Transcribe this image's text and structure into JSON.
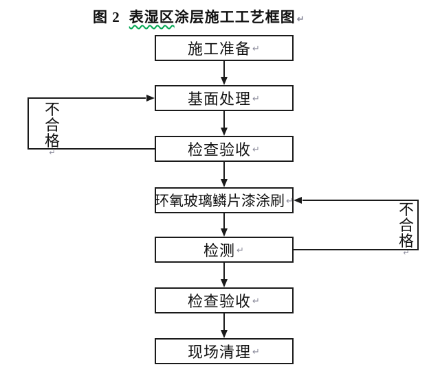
{
  "title": {
    "prefix": "图 2",
    "highlighted": "表湿区",
    "rest": "涂层施工工艺框图",
    "squiggle_color": "#00a650"
  },
  "marks": {
    "return_mark": "↵"
  },
  "flowchart": {
    "nodes": [
      {
        "label": "施工准备"
      },
      {
        "label": "基面处理"
      },
      {
        "label": "检查验收"
      },
      {
        "label": "环氧玻璃鳞片漆涂刷"
      },
      {
        "label": "检测"
      },
      {
        "label": "检查验收"
      },
      {
        "label": "现场清理"
      }
    ],
    "feedback": {
      "left_label": "不合格",
      "right_label": "不合格"
    },
    "line_color": "#1a1a1a"
  }
}
